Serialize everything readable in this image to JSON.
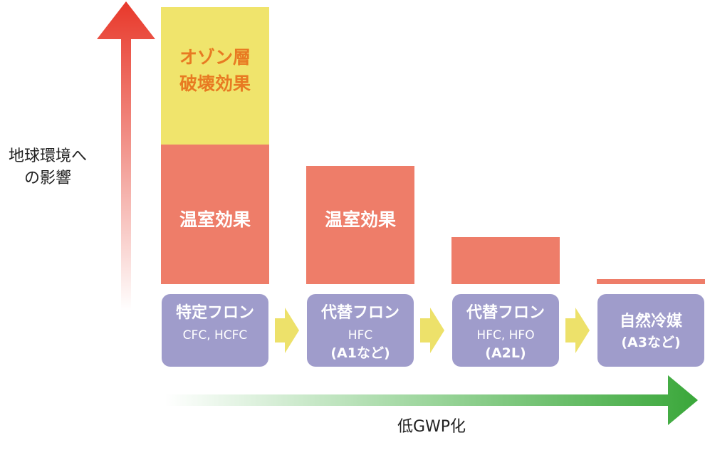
{
  "y_axis": {
    "label_lines": [
      "地球環境へ",
      "の影響"
    ]
  },
  "x_axis": {
    "label": "低GWP化"
  },
  "stages": [
    {
      "title": "特定フロン",
      "sub": [
        "CFC, HCFC"
      ],
      "segments": [
        {
          "kind": "greenhouse",
          "label": "温室効果"
        },
        {
          "kind": "ozone",
          "label_lines": [
            "オゾン層",
            "破壊効果"
          ]
        }
      ]
    },
    {
      "title": "代替フロン",
      "sub": [
        "HFC",
        "(A1など)"
      ],
      "segments": [
        {
          "kind": "greenhouse",
          "label": "温室効果"
        }
      ]
    },
    {
      "title": "代替フロン",
      "sub": [
        "HFC, HFO",
        "(A2L)"
      ],
      "segments": [
        {
          "kind": "greenhouse",
          "label": ""
        }
      ]
    },
    {
      "title": "自然冷媒",
      "sub": [
        "(A3など)"
      ],
      "segments": [
        {
          "kind": "greenhouse",
          "label": ""
        }
      ]
    }
  ],
  "colors": {
    "ozone": "#f0e46c",
    "ozone_text": "#e87a22",
    "greenhouse": "#ee7d69",
    "box": "#9f9ccb",
    "step_arrow": "#ede16a",
    "up_arrow_top": "#e8382a",
    "right_arrow_end": "#3aa73a"
  }
}
